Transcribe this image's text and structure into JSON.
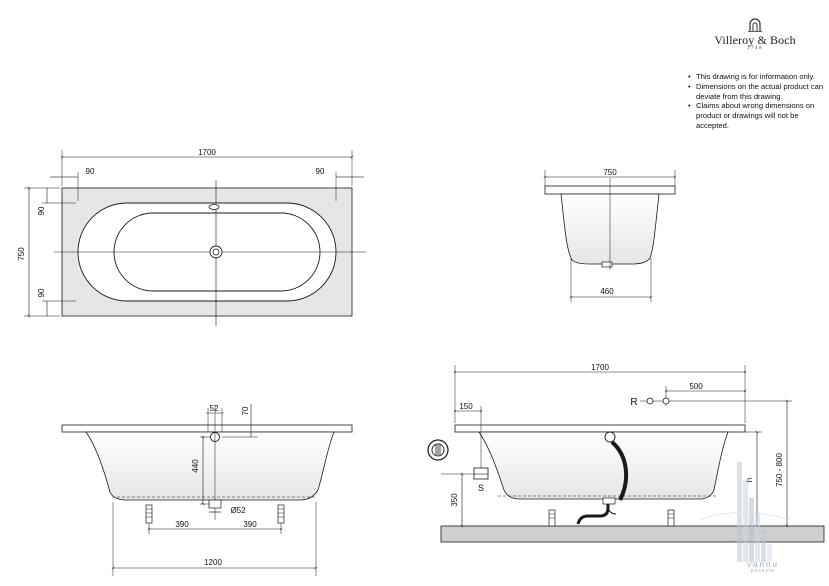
{
  "brand": {
    "name": "Villeroy & Boch",
    "year": "1748"
  },
  "notes": [
    "This drawing is for information only.",
    "Dimensions on the actual product can deviate from this drawing.",
    "Claims about wrong dimensions on product or drawings will not be accepted."
  ],
  "top_view": {
    "overall_length": "1700",
    "rim_left": "90",
    "rim_right": "90",
    "overall_width": "750",
    "rim_top": "90",
    "rim_bottom": "90"
  },
  "end_view": {
    "top_width": "750",
    "bottom_width": "460"
  },
  "front_view": {
    "drain_offset": "52",
    "overflow_drop": "70",
    "overflow_height": "440",
    "foot_left": "390",
    "foot_right": "390",
    "drain_diameter": "Ø52",
    "base_length": "1200"
  },
  "side_view": {
    "overall_length": "1700",
    "waste_offset": "500",
    "label_r": "R",
    "edge_offset": "150",
    "label_s": "S",
    "waste_height": "350",
    "height_label": "h",
    "height_range": "750 - 800"
  },
  "watermark": {
    "line1": "vannu",
    "line2": "pasaule"
  },
  "colors": {
    "line": "#1a1a1a",
    "tub_shade": "#e4e4e4",
    "floor": "#cfcfcf",
    "watermark": "#9fb0c0"
  }
}
